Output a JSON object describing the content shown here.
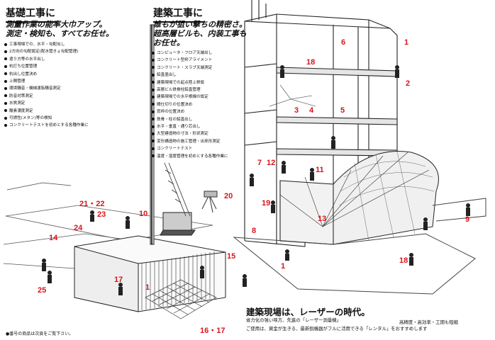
{
  "foundation": {
    "title": "基礎工事に",
    "subtitle_line1": "測量作業の能率大巾アップ。",
    "subtitle_line2": "測定・検知も、すべてお任せ。",
    "items": [
      "工事現場での、水平・勾配出し",
      "2方向の勾配設定(配水管きょ勾配管理)",
      "遣り方等の水平出し",
      "杭打ち位置管理",
      "杭出し位置決め",
      "上間管理",
      "環境騒音・機械運転騒音測定",
      "防音対策測定",
      "水質測定",
      "酸素濃度測定",
      "可燃性(メタン)等の検知",
      "コンクリートテストを初めとする各種作業に"
    ]
  },
  "building": {
    "title": "建築工事に",
    "subtitle_line1": "誰もが狙い撃ちの精密さ。",
    "subtitle_line2": "超高層ビルも、内装工事も",
    "subtitle_line3": "お任せ。",
    "items": [
      "コンピュータ・フロア天端出し",
      "コンクリート型枠アライメント",
      "コンクリート・スラブ天端測定",
      "鉛直墨出し",
      "建築現場での起点陸上移設",
      "高層ビル鉄骨柱鉛直管理",
      "建築現場での水平根線の設定",
      "間仕切りの位置決め",
      "窓枠の位置決め",
      "鉄骨・柱の鉛直出し",
      "水平・垂直・通り芯出し",
      "大型建造物の寸法・形状測定",
      "変形構造物の施工管理・出来形測定",
      "コンクリートテスト",
      "温度・湿度管理を初めとする各種作業に"
    ]
  },
  "labels": {
    "n1a": "1",
    "n2": "2",
    "n6": "6",
    "n18a": "18",
    "n3": "3",
    "n4": "4",
    "n5": "5",
    "n7": "7",
    "n12": "12",
    "n11": "11",
    "n20": "20",
    "n2122": "21・22",
    "n23": "23",
    "n24": "24",
    "n10": "10",
    "n19": "19",
    "n8": "8",
    "n13": "13",
    "n9": "9",
    "n14": "14",
    "n15": "15",
    "n1b": "1",
    "n18b": "18",
    "n25": "25",
    "n17": "17",
    "n1c": "1",
    "n1617": "16・17"
  },
  "footer": {
    "note": "●番号の商品は次頁をご覧下さい。",
    "era_title": "建築現場は、レーザーの時代。",
    "era_line1": "省力化の強い味方、先進の「レーザー測量機」",
    "era_right": "高精度・高効率・工期も短縮",
    "era_line2": "ご使用は、資金が生きる、最新鋭機器がフルに活用できる「レンタル」をおすすめします"
  }
}
